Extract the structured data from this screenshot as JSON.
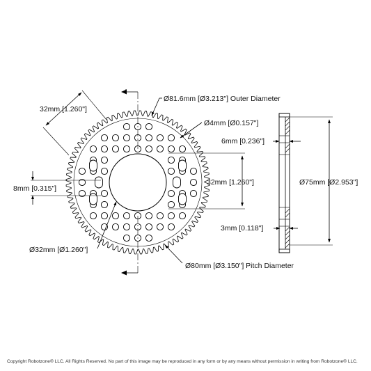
{
  "labels": {
    "outer_diameter": "Ø81.6mm [Ø3.213\"] Outer Diameter",
    "hole_diameter": "Ø4mm [Ø0.157\"]",
    "thickness": "6mm [0.236\"]",
    "spacing_vertical": "32mm [1.260\"]",
    "spacing_diagonal": "32mm [1.260\"]",
    "slot_width": "8mm [0.315\"]",
    "bore_diameter": "Ø32mm [Ø1.260\"]",
    "pitch_diameter": "Ø80mm [Ø3.150\"] Pitch Diameter",
    "hub_diameter": "Ø75mm [Ø2.953\"]",
    "hub_thickness": "3mm [0.118\"]"
  },
  "copyright": "Copyright Robotzone® LLC.  All Rights Reserved. No part of this image may be reproduced in any form or by any means without permission in writing from Robotzone® LLC."
}
